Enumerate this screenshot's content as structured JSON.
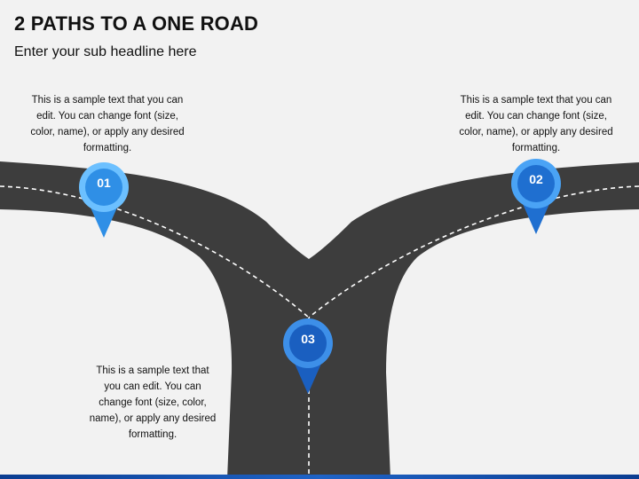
{
  "title": "2 PATHS TO A ONE ROAD",
  "subtitle": "Enter your sub headline here",
  "notes": [
    "This is a sample text that you can edit. You can change font (size, color, name), or apply any desired formatting.",
    "This is a sample text that you can edit. You can change font (size, color, name), or apply any desired formatting.",
    "This is a sample text that you can edit. You can change font (size, color, name), or apply any desired formatting."
  ],
  "pins": [
    {
      "label": "01",
      "color": "#2f8fe6",
      "ring": "#6cc0ff"
    },
    {
      "label": "02",
      "color": "#1f6fd0",
      "ring": "#4aa3f5"
    },
    {
      "label": "03",
      "color": "#1a5fc0",
      "ring": "#3d8fe8"
    }
  ],
  "colors": {
    "road": "#3d3d3d",
    "dash": "#ffffff",
    "background": "#f2f2f2"
  }
}
